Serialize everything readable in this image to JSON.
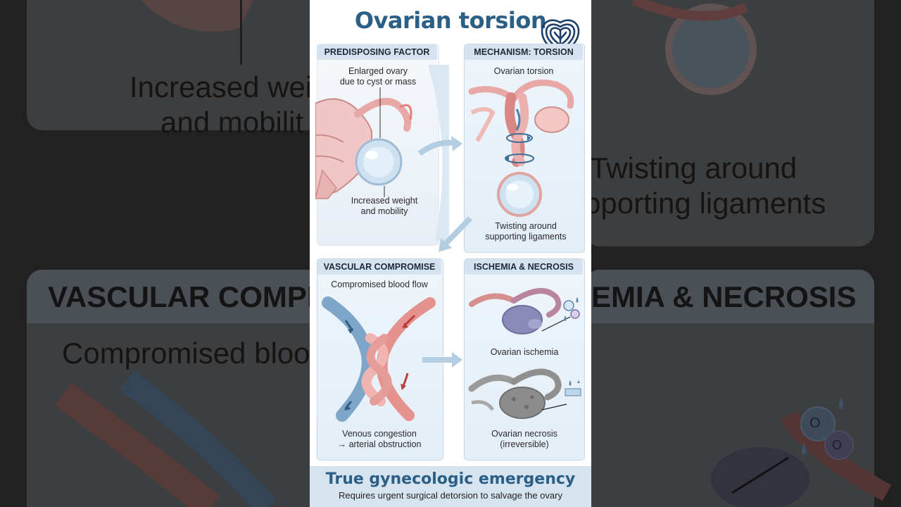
{
  "background": {
    "left_line1": "Increased wei",
    "left_line2": "and mobilit",
    "right_line1": "Twisting around",
    "right_line2": "pporting ligaments",
    "bottom_left_heading": "VASCULAR COMPR",
    "bottom_right_heading": "EMIA & NECROSIS",
    "bottom_left_sub": "Compromised bloo",
    "o2_a": "O",
    "o2_b": "O"
  },
  "diagram": {
    "title": "Ovarian torsion",
    "panels": {
      "predisposing": {
        "tag": "PREDISPOSING FACTOR",
        "top_label_1": "Enlarged ovary",
        "top_label_2": "due to cyst or mass",
        "bottom_label_1": "Increased weight",
        "bottom_label_2": "and mobility"
      },
      "mechanism": {
        "tag": "MECHANISM: TORSION",
        "top_label": "Ovarian torsion",
        "bottom_label_1": "Twisting around",
        "bottom_label_2": "supporting ligaments"
      },
      "vascular": {
        "tag": "VASCULAR COMPROMISE",
        "top_label": "Compromised blood flow",
        "bottom_label_1": "Venous congestion",
        "bottom_label_2": "→ arterial obstruction"
      },
      "ischemia": {
        "tag": "ISCHEMIA & NECROSIS",
        "mid_label": "Ovarian ischemia",
        "bottom_label_1": "Ovarian necrosis",
        "bottom_label_2": "(irreversible)"
      }
    },
    "footer": {
      "title": "True gynecologic emergency",
      "subtitle": "Requires urgent surgical detorsion to salvage the ovary"
    }
  }
}
